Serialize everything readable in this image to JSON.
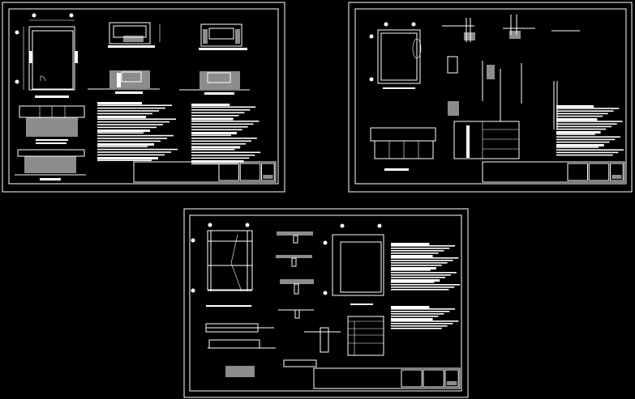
{
  "canvas": {
    "background": "#000000",
    "line_color": "#ffffff"
  },
  "sheets": [
    {
      "id": "sheet-1",
      "title": ""
    },
    {
      "id": "sheet-2",
      "title": ""
    },
    {
      "id": "sheet-3",
      "title": ""
    }
  ]
}
